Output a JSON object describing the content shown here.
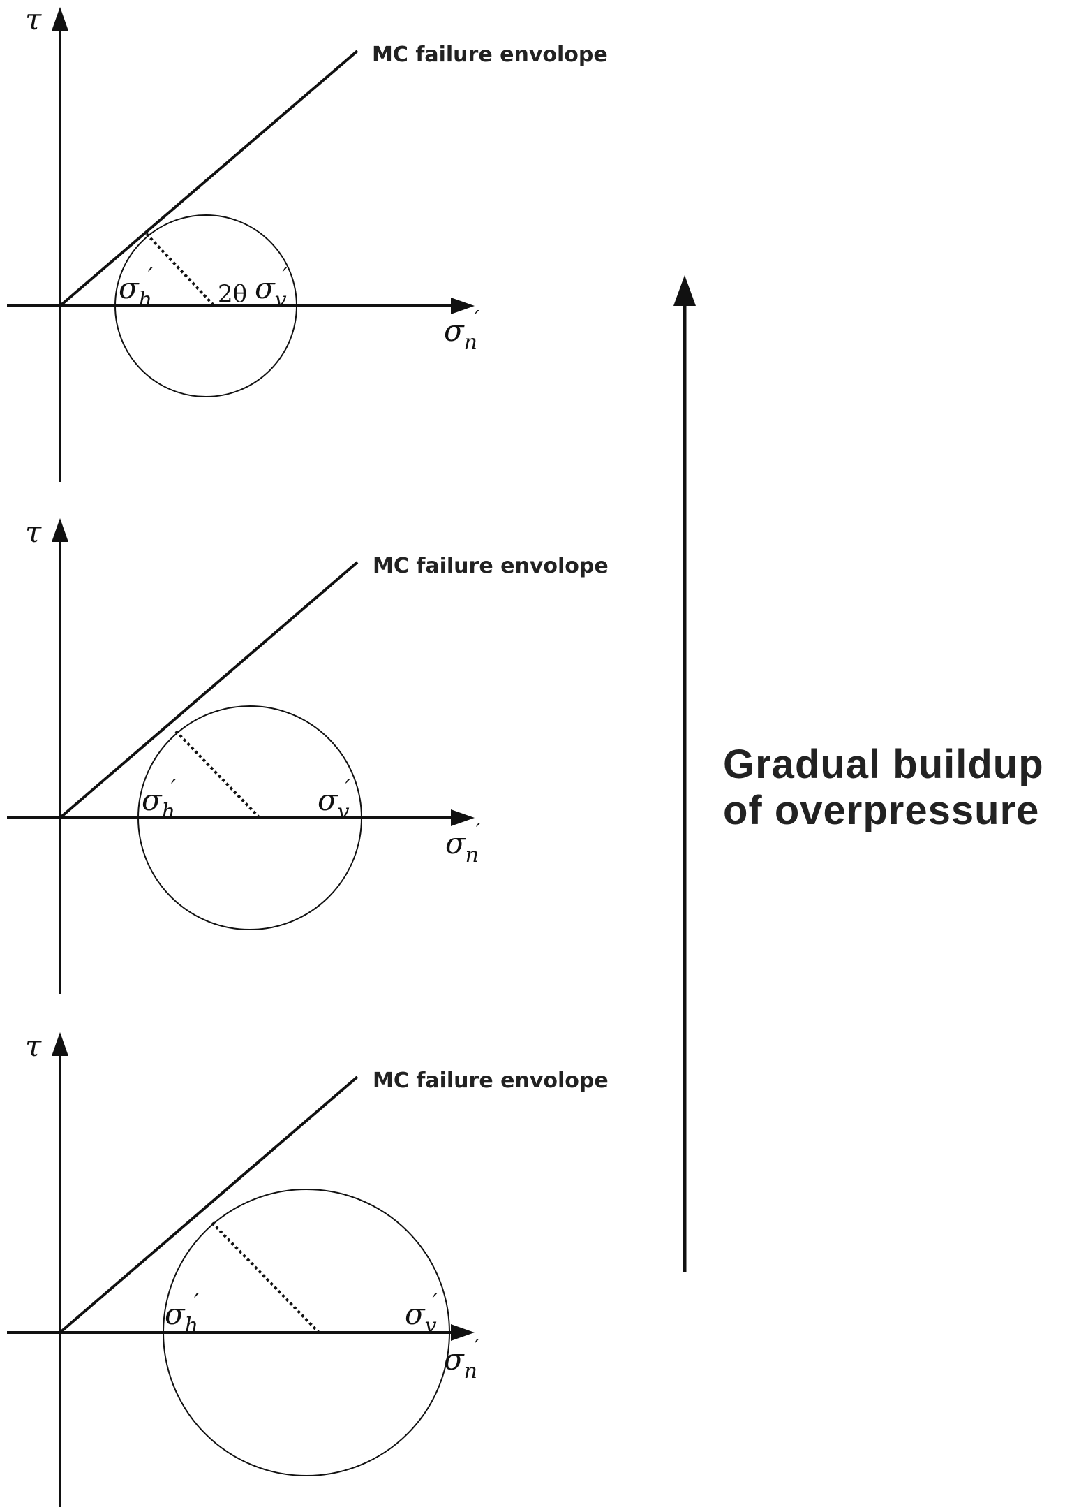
{
  "colors": {
    "ink": "#111111",
    "text": "#222222"
  },
  "panels": [
    {
      "tau_label": "τ",
      "sn_label": "σ",
      "sn_sub": "n",
      "sh_label": "σ",
      "sh_sub": "h",
      "sv_label": "σ",
      "sv_sub": "v",
      "prime": "′",
      "angle_label": "2θ",
      "envelope_label": "MC failure envolope"
    },
    {
      "tau_label": "τ",
      "sn_label": "σ",
      "sn_sub": "n",
      "sh_label": "σ",
      "sh_sub": "h",
      "sv_label": "σ",
      "sv_sub": "v",
      "prime": "′",
      "angle_label": "",
      "envelope_label": "MC failure envolope"
    },
    {
      "tau_label": "τ",
      "sn_label": "σ",
      "sn_sub": "n",
      "sh_label": "σ",
      "sh_sub": "h",
      "sv_label": "σ",
      "sv_sub": "v",
      "prime": "′",
      "angle_label": "",
      "envelope_label": "MC failure envolope"
    }
  ],
  "trend": {
    "line1": "Gradual buildup",
    "line2": "of overpressure"
  }
}
